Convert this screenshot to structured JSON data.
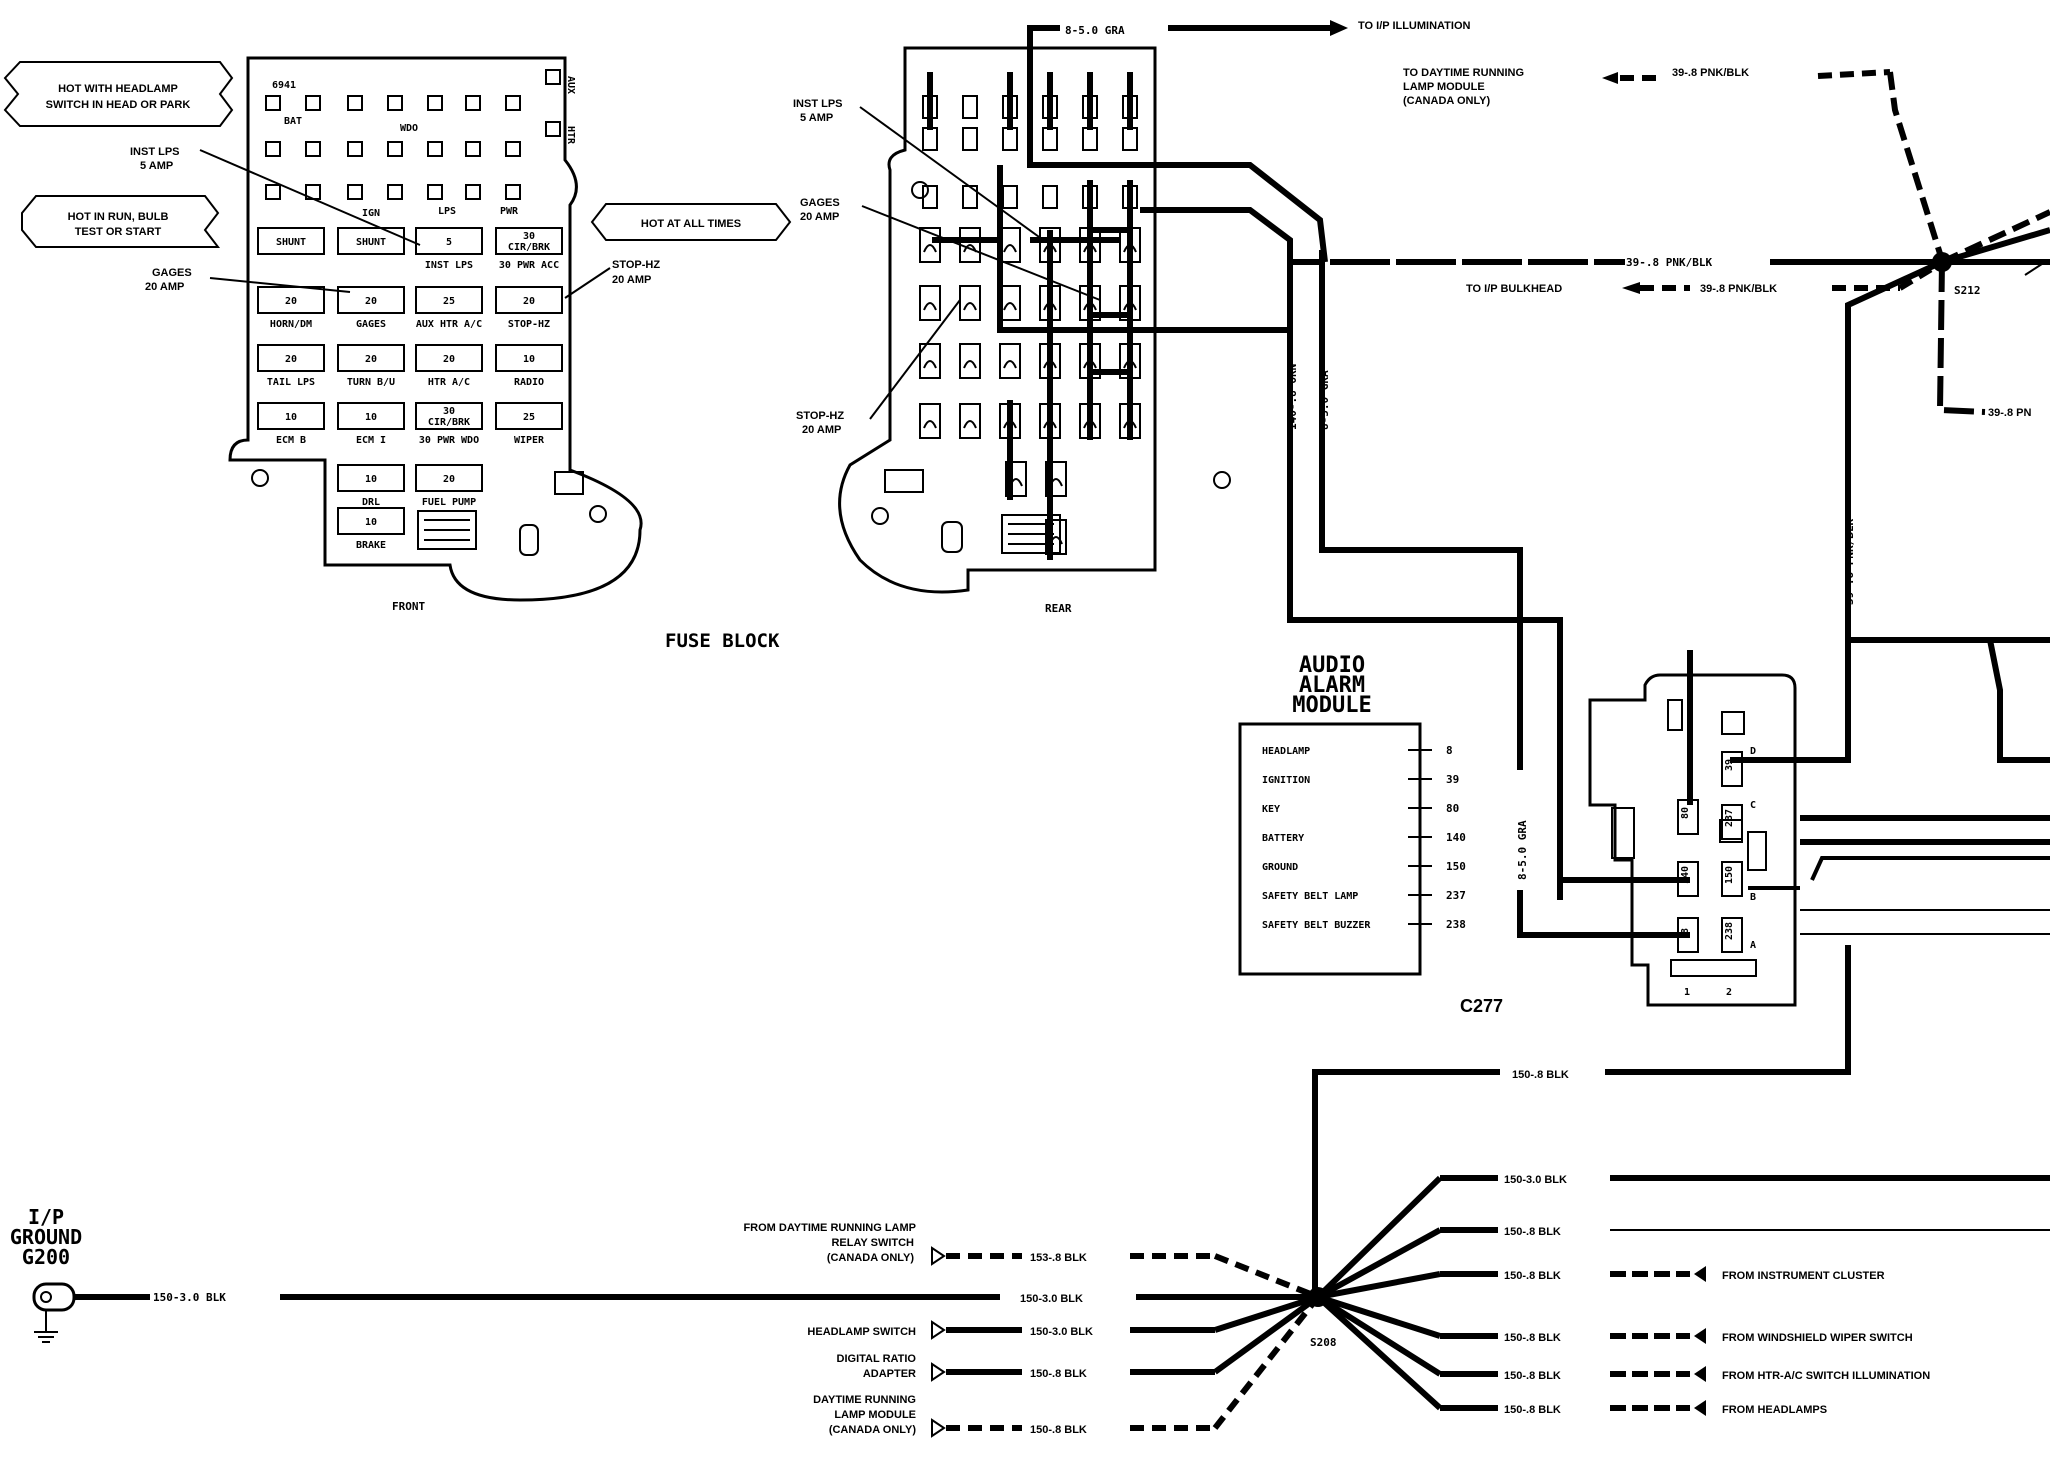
{
  "fuse_block": {
    "title": "FUSE BLOCK",
    "front_label": "FRONT",
    "rear_label": "REAR",
    "callouts": {
      "hot_headlamp": [
        "HOT WITH HEADLAMP",
        "SWITCH IN HEAD OR PARK"
      ],
      "hot_run": [
        "HOT IN RUN, BULB",
        "TEST OR START"
      ],
      "hot_all": "HOT AT ALL TIMES"
    },
    "front_pointers": {
      "inst_lps": [
        "INST LPS",
        "5 AMP"
      ],
      "gages": [
        "GAGES",
        "20 AMP"
      ],
      "stop_hz": [
        "STOP-HZ",
        "20 AMP"
      ]
    },
    "rear_pointers": {
      "inst_lps": [
        "INST LPS",
        "5 AMP"
      ],
      "gages": [
        "GAGES",
        "20 AMP"
      ],
      "stop_hz": [
        "STOP-HZ",
        "20 AMP"
      ]
    },
    "top_labels": {
      "s941": "6941",
      "bat": "BAT",
      "ign": "IGN",
      "lps": "LPS",
      "pwr": "PWR",
      "wdo": "WDO",
      "aux": "AUX",
      "htr": "HTR"
    },
    "front_fuses": [
      {
        "amp": "SHUNT",
        "label": ""
      },
      {
        "amp": "SHUNT",
        "label": ""
      },
      {
        "amp": "5",
        "label": "INST LPS"
      },
      {
        "amp": "30 CIR/BRK",
        "label": "30 PWR ACC"
      },
      {
        "amp": "20",
        "label": "HORN/DM"
      },
      {
        "amp": "20",
        "label": "GAGES"
      },
      {
        "amp": "25",
        "label": "AUX HTR A/C"
      },
      {
        "amp": "20",
        "label": "STOP-HZ"
      },
      {
        "amp": "20",
        "label": "TAIL LPS"
      },
      {
        "amp": "20",
        "label": "TURN B/U"
      },
      {
        "amp": "20",
        "label": "HTR A/C"
      },
      {
        "amp": "10",
        "label": "RADIO"
      },
      {
        "amp": "10",
        "label": "ECM B"
      },
      {
        "amp": "10",
        "label": "ECM I"
      },
      {
        "amp": "30 CIR/BRK",
        "label": "30 PWR WDO"
      },
      {
        "amp": "25",
        "label": "WIPER"
      },
      {
        "amp": "10",
        "label": "DRL"
      },
      {
        "amp": "20",
        "label": "FUEL PUMP"
      },
      {
        "amp": "10",
        "label": "BRAKE"
      }
    ]
  },
  "wires": {
    "ip_illum": "8-5.0 GRA",
    "to_ip_illum": "TO I/P ILLUMINATION",
    "drl_module": [
      "TO DAYTIME RUNNING",
      "LAMP MODULE",
      "(CANADA ONLY)"
    ],
    "drl_wire": "39-.8 PNK/BLK",
    "w39_main": "39-.8 PNK/BLK",
    "to_ip_bulkhead": "TO I/P BULKHEAD",
    "w39_bulk": "39-.8 PNK/BLK",
    "s212": "S212",
    "w39_right": "39-.8 PN",
    "w140": "140-.8 ORN",
    "w8_vert": "8-5.0 GRA",
    "w39_vert": "39-.8 PNK/BLK",
    "w8_vert2": "8-5.0 GRA",
    "c277": "C277",
    "w150_c277": "150-.8 BLK"
  },
  "audio_alarm": {
    "title": [
      "AUDIO",
      "ALARM",
      "MODULE"
    ],
    "pins": [
      {
        "name": "HEADLAMP",
        "circuit": "8"
      },
      {
        "name": "IGNITION",
        "circuit": "39"
      },
      {
        "name": "KEY",
        "circuit": "80"
      },
      {
        "name": "BATTERY",
        "circuit": "140"
      },
      {
        "name": "GROUND",
        "circuit": "150"
      },
      {
        "name": "SAFETY BELT LAMP",
        "circuit": "237"
      },
      {
        "name": "SAFETY BELT BUZZER",
        "circuit": "238"
      }
    ],
    "connector_cells": [
      "80",
      "39",
      "237",
      "140",
      "150",
      "8",
      "238"
    ],
    "connector_letters": [
      "D",
      "C",
      "B",
      "A"
    ],
    "connector_numbers": [
      "1",
      "2"
    ]
  },
  "ground": {
    "title": [
      "I/P",
      "GROUND",
      "G200"
    ],
    "main_wire": "150-3.0 BLK",
    "mid_wire": "150-3.0 BLK",
    "splice": "S208",
    "left_branches": [
      {
        "source": [
          "FROM DAYTIME RUNNING LAMP",
          "RELAY SWITCH",
          "(CANADA ONLY)"
        ],
        "wire": "153-.8 BLK"
      },
      {
        "source": [
          "HEADLAMP SWITCH"
        ],
        "wire": "150-3.0 BLK"
      },
      {
        "source": [
          "DIGITAL RATIO",
          "ADAPTER"
        ],
        "wire": "150-.8 BLK"
      },
      {
        "source": [
          "DAYTIME RUNNING",
          "LAMP MODULE",
          "(CANADA ONLY)"
        ],
        "wire": "150-.8 BLK"
      }
    ],
    "right_branches": [
      {
        "wire": "150-3.0 BLK",
        "dest": ""
      },
      {
        "wire": "150-.8 BLK",
        "dest": ""
      },
      {
        "wire": "150-.8 BLK",
        "dest": "FROM INSTRUMENT CLUSTER"
      },
      {
        "wire": "150-.8 BLK",
        "dest": "FROM WINDSHIELD WIPER SWITCH"
      },
      {
        "wire": "150-.8 BLK",
        "dest": "FROM HTR-A/C SWITCH ILLUMINATION"
      },
      {
        "wire": "150-.8 BLK",
        "dest": "FROM HEADLAMPS"
      }
    ]
  }
}
